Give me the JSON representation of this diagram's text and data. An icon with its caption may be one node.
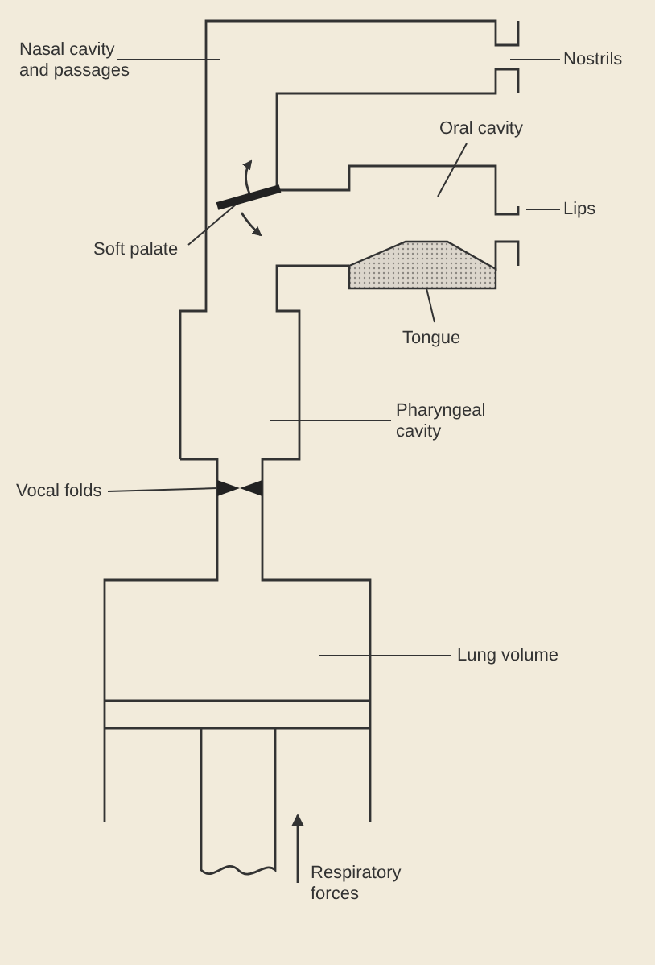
{
  "diagram": {
    "nodes": [
      {
        "text": [
          "Nasal cavity and passages"
        ]
      },
      {
        "text": [
          "Nostrils"
        ]
      },
      {
        "text": [
          "Oral cavity"
        ]
      },
      {
        "text": [
          "Lips"
        ]
      },
      {
        "text": [
          "Soft palate"
        ]
      },
      {
        "text": [
          "Tongue"
        ]
      },
      {
        "text": [
          "Pharyngeal cavity"
        ]
      },
      {
        "text": [
          "Vocal folds"
        ]
      },
      {
        "text": [
          "Lung volume"
        ]
      },
      {
        "text": [],
        "shape": "bar"
      },
      {
        "text": [],
        "shape": "trapezoid"
      },
      {
        "text": [],
        "shape": "triangle"
      },
      {
        "text": [],
        "shape": "triangle"
      }
    ],
    "edges": [
      {
        "from": 0,
        "to": null,
        "arrow": "none"
      },
      {
        "from": 1,
        "to": null,
        "arrow": "none"
      },
      {
        "from": 2,
        "to": null,
        "arrow": "none"
      },
      {
        "from": 3,
        "to": null,
        "arrow": "none"
      },
      {
        "from": 4,
        "to": 9,
        "arrow": "none"
      },
      {
        "from": 5,
        "to": 10,
        "arrow": "none"
      },
      {
        "from": 6,
        "to": null,
        "arrow": "none"
      },
      {
        "from": 7,
        "to": 11,
        "arrow": "none"
      },
      {
        "from": 8,
        "to": null,
        "arrow": "none"
      }
    ],
    "labels": [
      "Respiratory forces"
    ]
  }
}
